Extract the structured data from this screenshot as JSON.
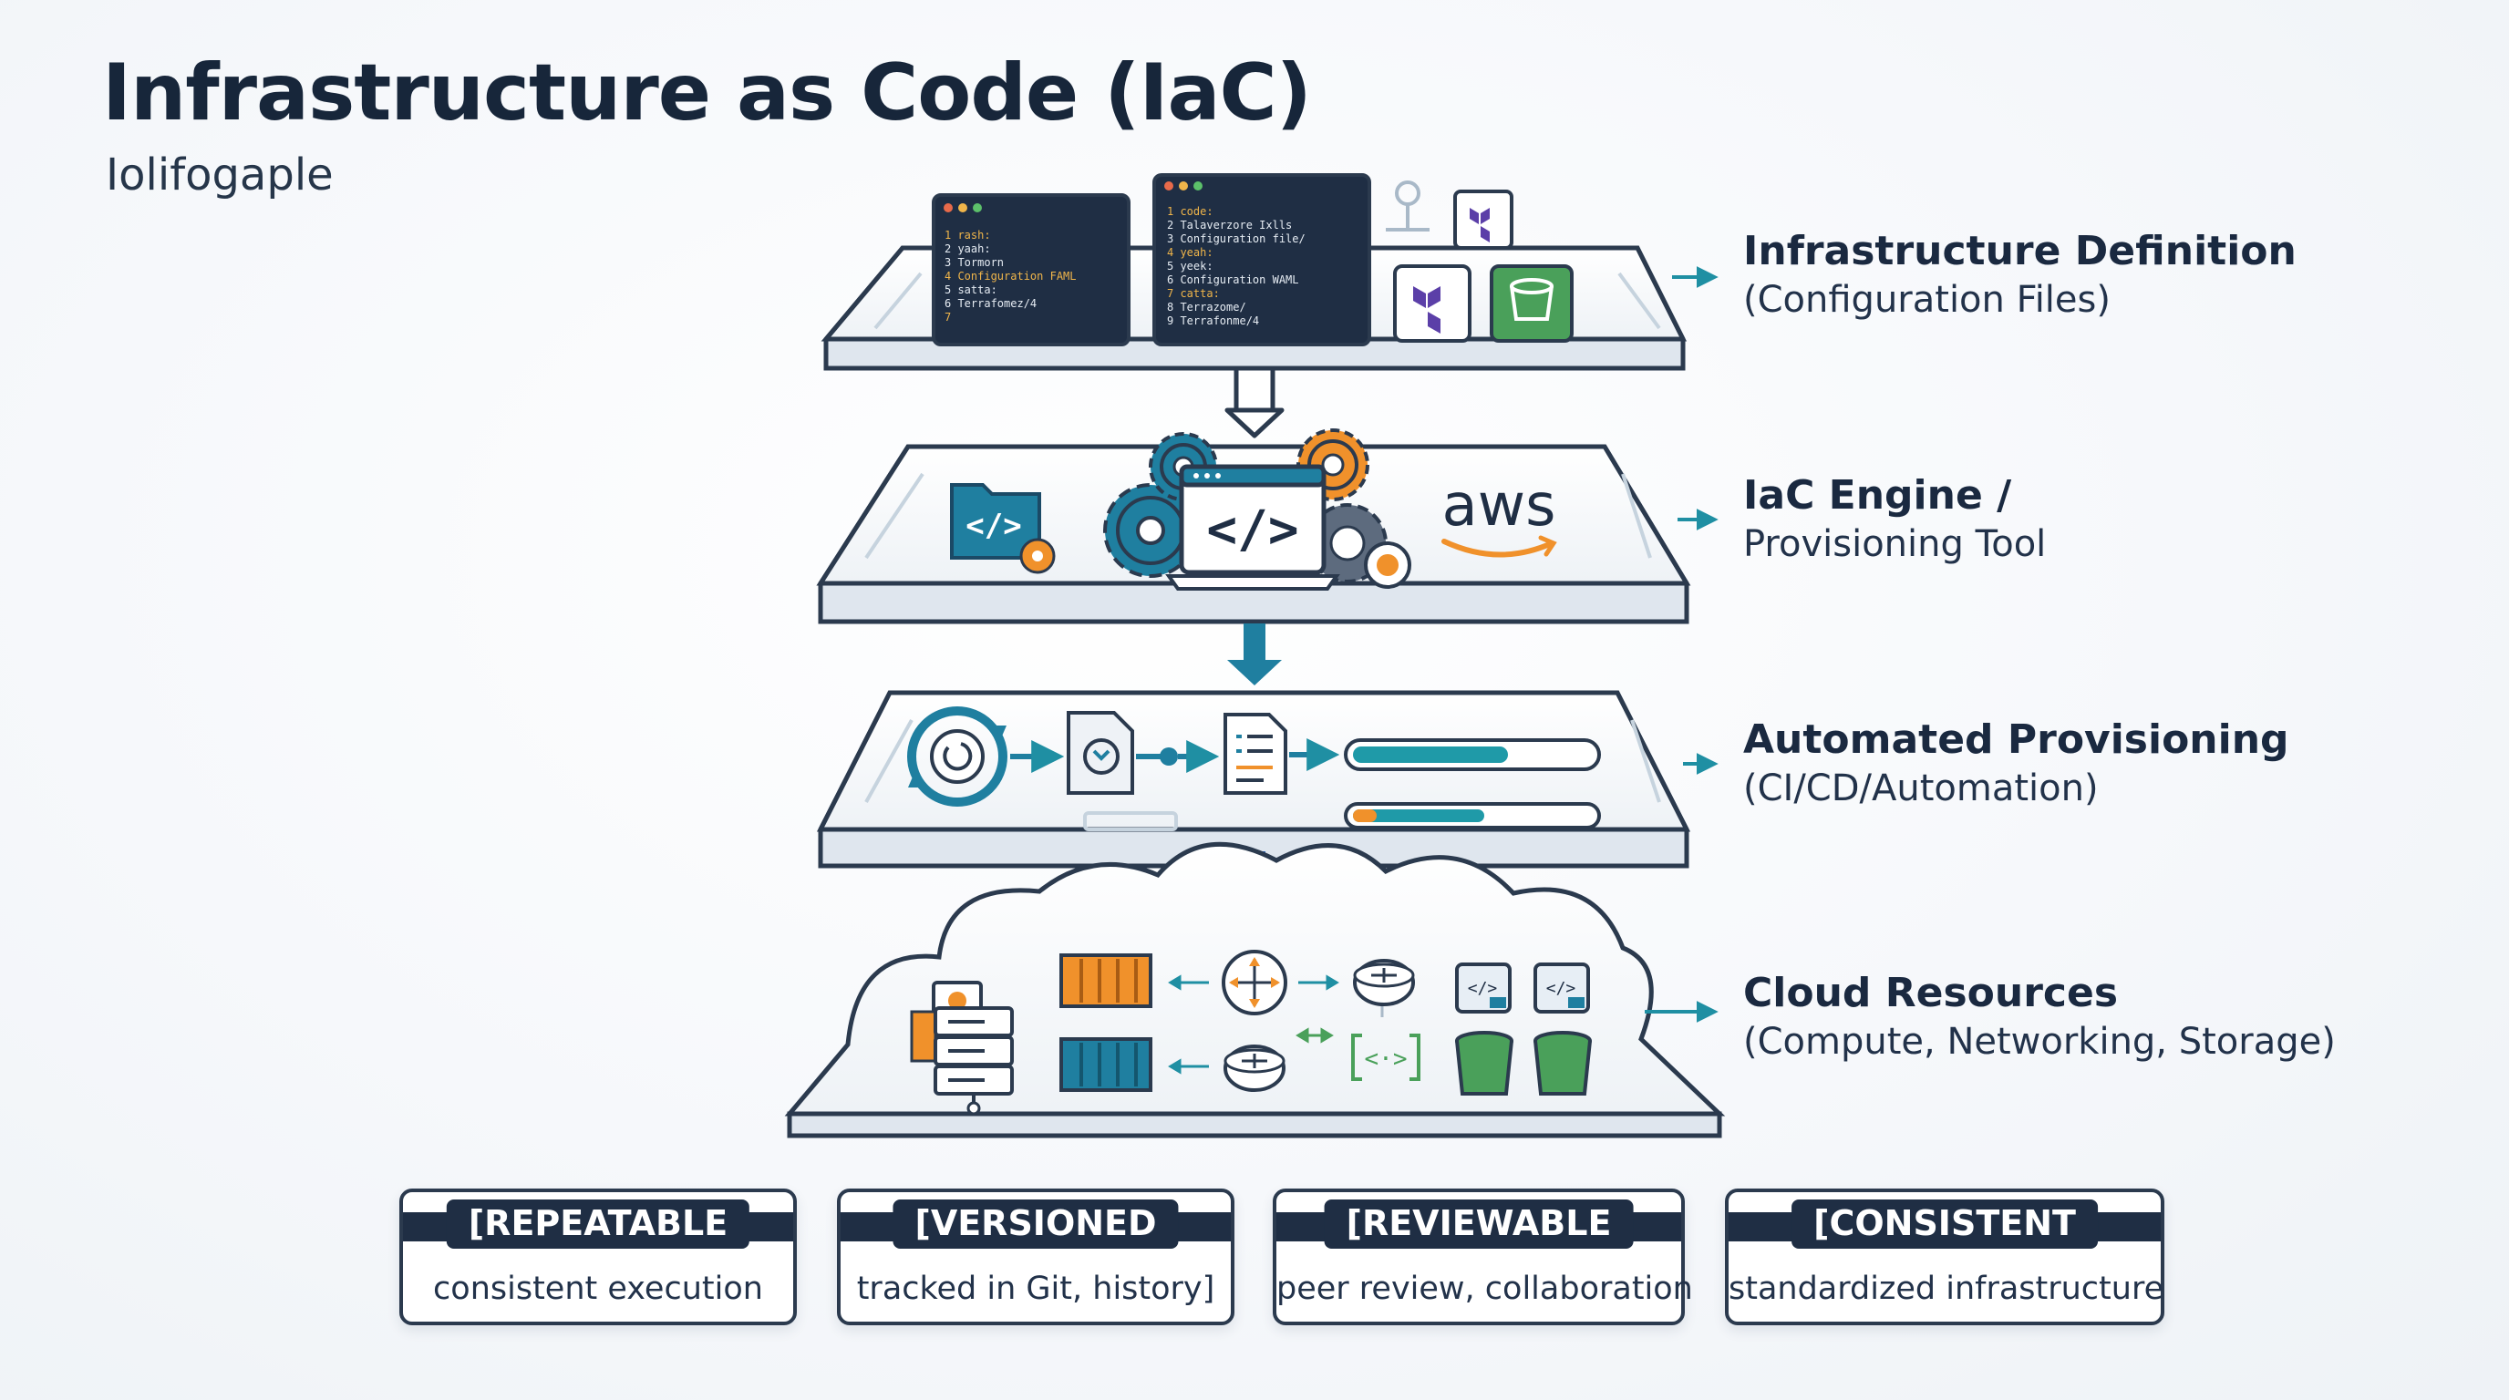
{
  "header": {
    "title": "Infrastructure as Code (IaC)",
    "subtitle": "Iolifogaple"
  },
  "colors": {
    "navy": "#1f2e44",
    "teal": "#1f8fa3",
    "orange": "#f0912b",
    "green": "#4aa05a",
    "purple": "#5b3fa8"
  },
  "layers": [
    {
      "title": "Infrastructure Definition",
      "subtitle": "(Configuration Files)",
      "code_panel_1": [
        "1  rash:",
        "2    yaah:",
        "3      Tormorn",
        "4      Configuration FAML",
        "5  satta:",
        "6    Terrafomez/4",
        "7"
      ],
      "code_panel_2": [
        "1  code:",
        "2    Talaverzore Ixlls",
        "3 Configuration file/",
        "4    yeah:",
        "5      yeek:",
        "6      Configuration WAML",
        "7    catta:",
        "8      Terrazome/",
        "9      Terrafonme/4"
      ],
      "icons": [
        "terraform-icon",
        "terraform-icon",
        "storage-bucket-icon",
        "pin-icon"
      ]
    },
    {
      "title": "IaC Engine /",
      "subtitle": "Provisioning Tool",
      "logo_text": "aws",
      "code_glyph": "</>",
      "icons": [
        "code-folder-icon",
        "gear-icon",
        "laptop-icon",
        "aws-logo"
      ]
    },
    {
      "title": "Automated Provisioning",
      "subtitle": "(CI/CD/Automation)",
      "progress": [
        0.65,
        0.55
      ],
      "icons": [
        "refresh-cycle-icon",
        "document-sync-icon",
        "checklist-document-icon",
        "progress-bar"
      ]
    },
    {
      "title": "Cloud Resources",
      "subtitle": "(Compute, Networking, Storage)",
      "icons": [
        "server-rack-icon",
        "container-icon",
        "router-icon",
        "load-balancer-icon",
        "code-window-icon",
        "bucket-icon"
      ]
    }
  ],
  "cards": [
    {
      "heading": "[REPEATABLE",
      "text": "consistent execution"
    },
    {
      "heading": "[VERSIONED",
      "text": "tracked in Git, history]"
    },
    {
      "heading": "[REVIEWABLE",
      "text": "peer review, collaboration"
    },
    {
      "heading": "[CONSISTENT",
      "text": "standardized infrastructure"
    }
  ]
}
